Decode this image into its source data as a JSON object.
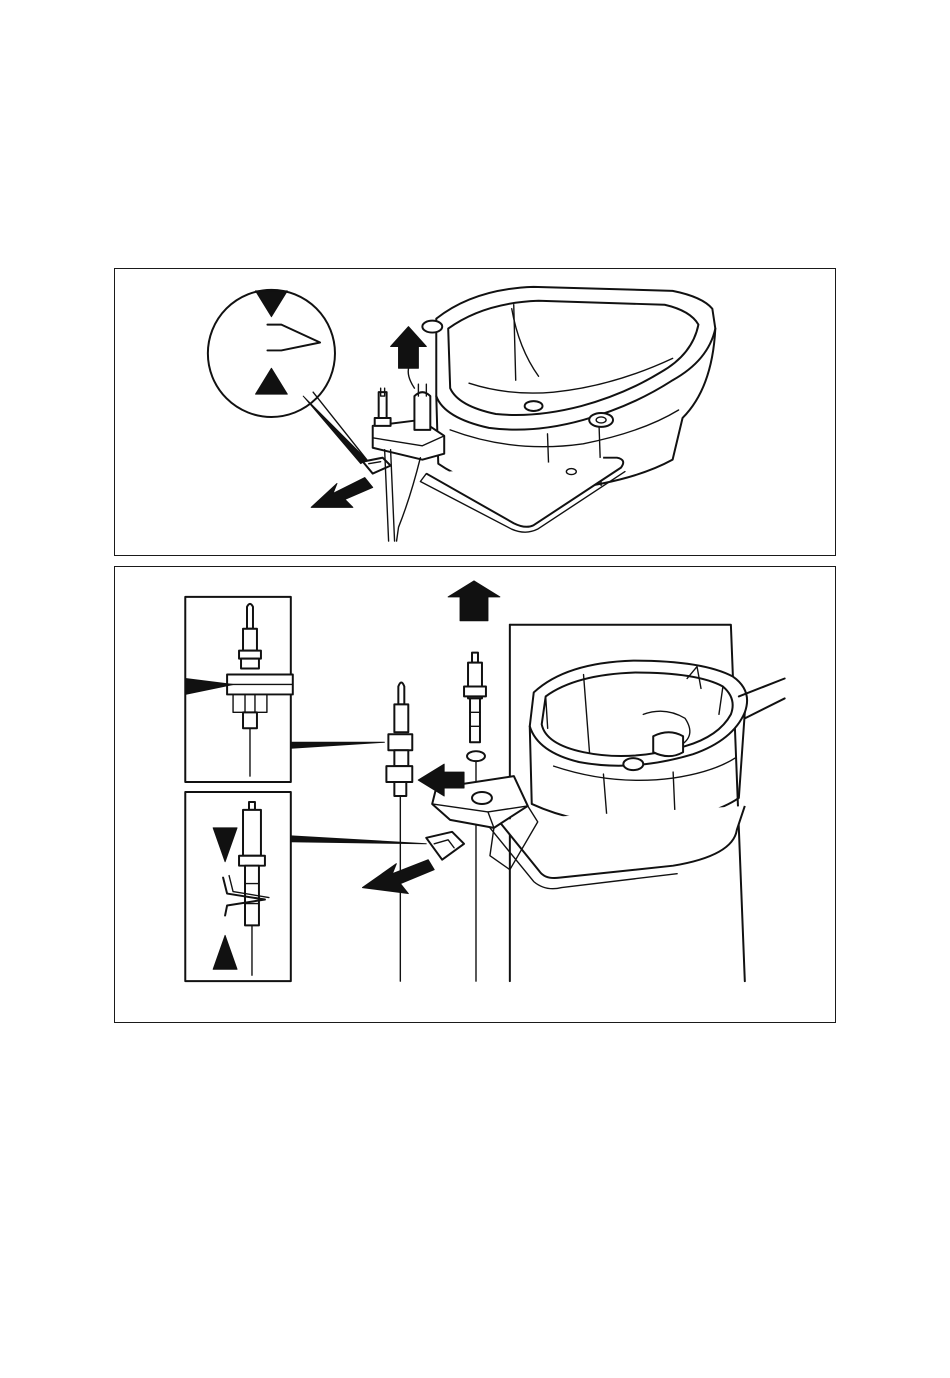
{
  "figure": {
    "panels": [
      {
        "id": "top",
        "description_icon": "burner-pot-electrode-removal",
        "detail_icon": "clip-gap-magnifier-icon",
        "arrow_icons": [
          "arrow-up-icon",
          "arrow-down-left-icon"
        ]
      },
      {
        "id": "bottom",
        "description_icon": "burner-pot-sensor-removal",
        "detail_icons": [
          "sensor-collar-detail-icon",
          "spring-clip-detail-icon"
        ],
        "arrow_icons": [
          "arrow-up-icon",
          "arrow-left-icon",
          "arrow-down-left-icon"
        ]
      }
    ]
  }
}
